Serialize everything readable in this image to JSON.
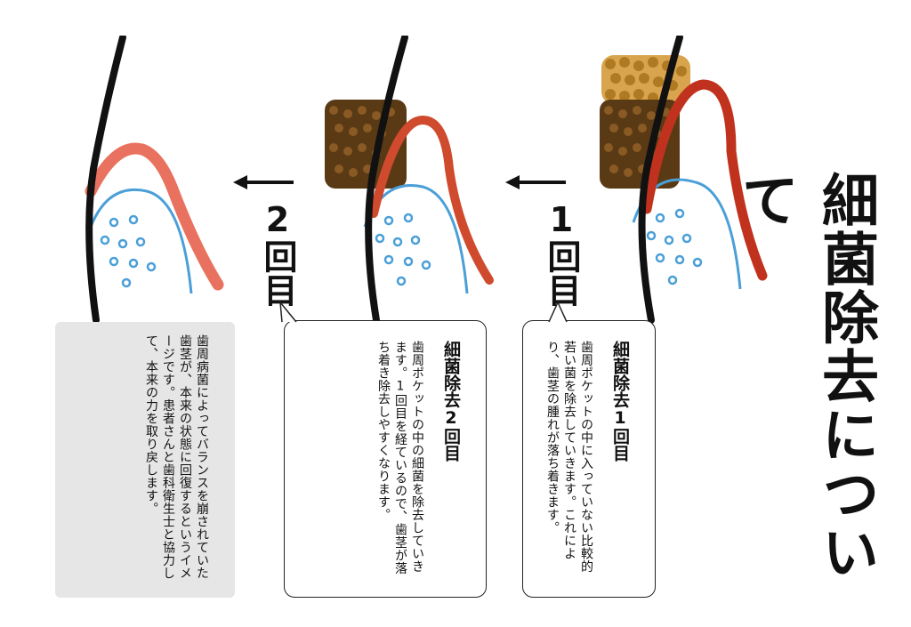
{
  "title": "細菌除去について",
  "steps": [
    {
      "label": "1回目"
    },
    {
      "label": "2回目"
    }
  ],
  "callouts": [
    {
      "heading": "細菌除去1回目",
      "body": "歯周ポケットの中に入っていない比較的若い菌を除去していきます。これにより、歯茎の腫れが落ち着きます。"
    },
    {
      "heading": "細菌除去2回目",
      "body": "歯周ポケットの中の細菌を除去していきます。1回目を経ているので、歯茎が落ち着き除去しやすくなります。"
    }
  ],
  "note": "歯周病菌によってバランスを崩されていた歯茎が、本来の状態に回復するというイメージです。患者さんと歯科衛生士と協力して、本来の力を取り戻します。",
  "colors": {
    "tooth_line": "#111111",
    "gum_inflamed": "#c0321e",
    "gum_healthy": "#e8725f",
    "bone": "#4a9fd8",
    "bacteria_young": "#d49a3a",
    "bacteria_old": "#5a3a14",
    "note_bg": "#e6e6e6"
  }
}
